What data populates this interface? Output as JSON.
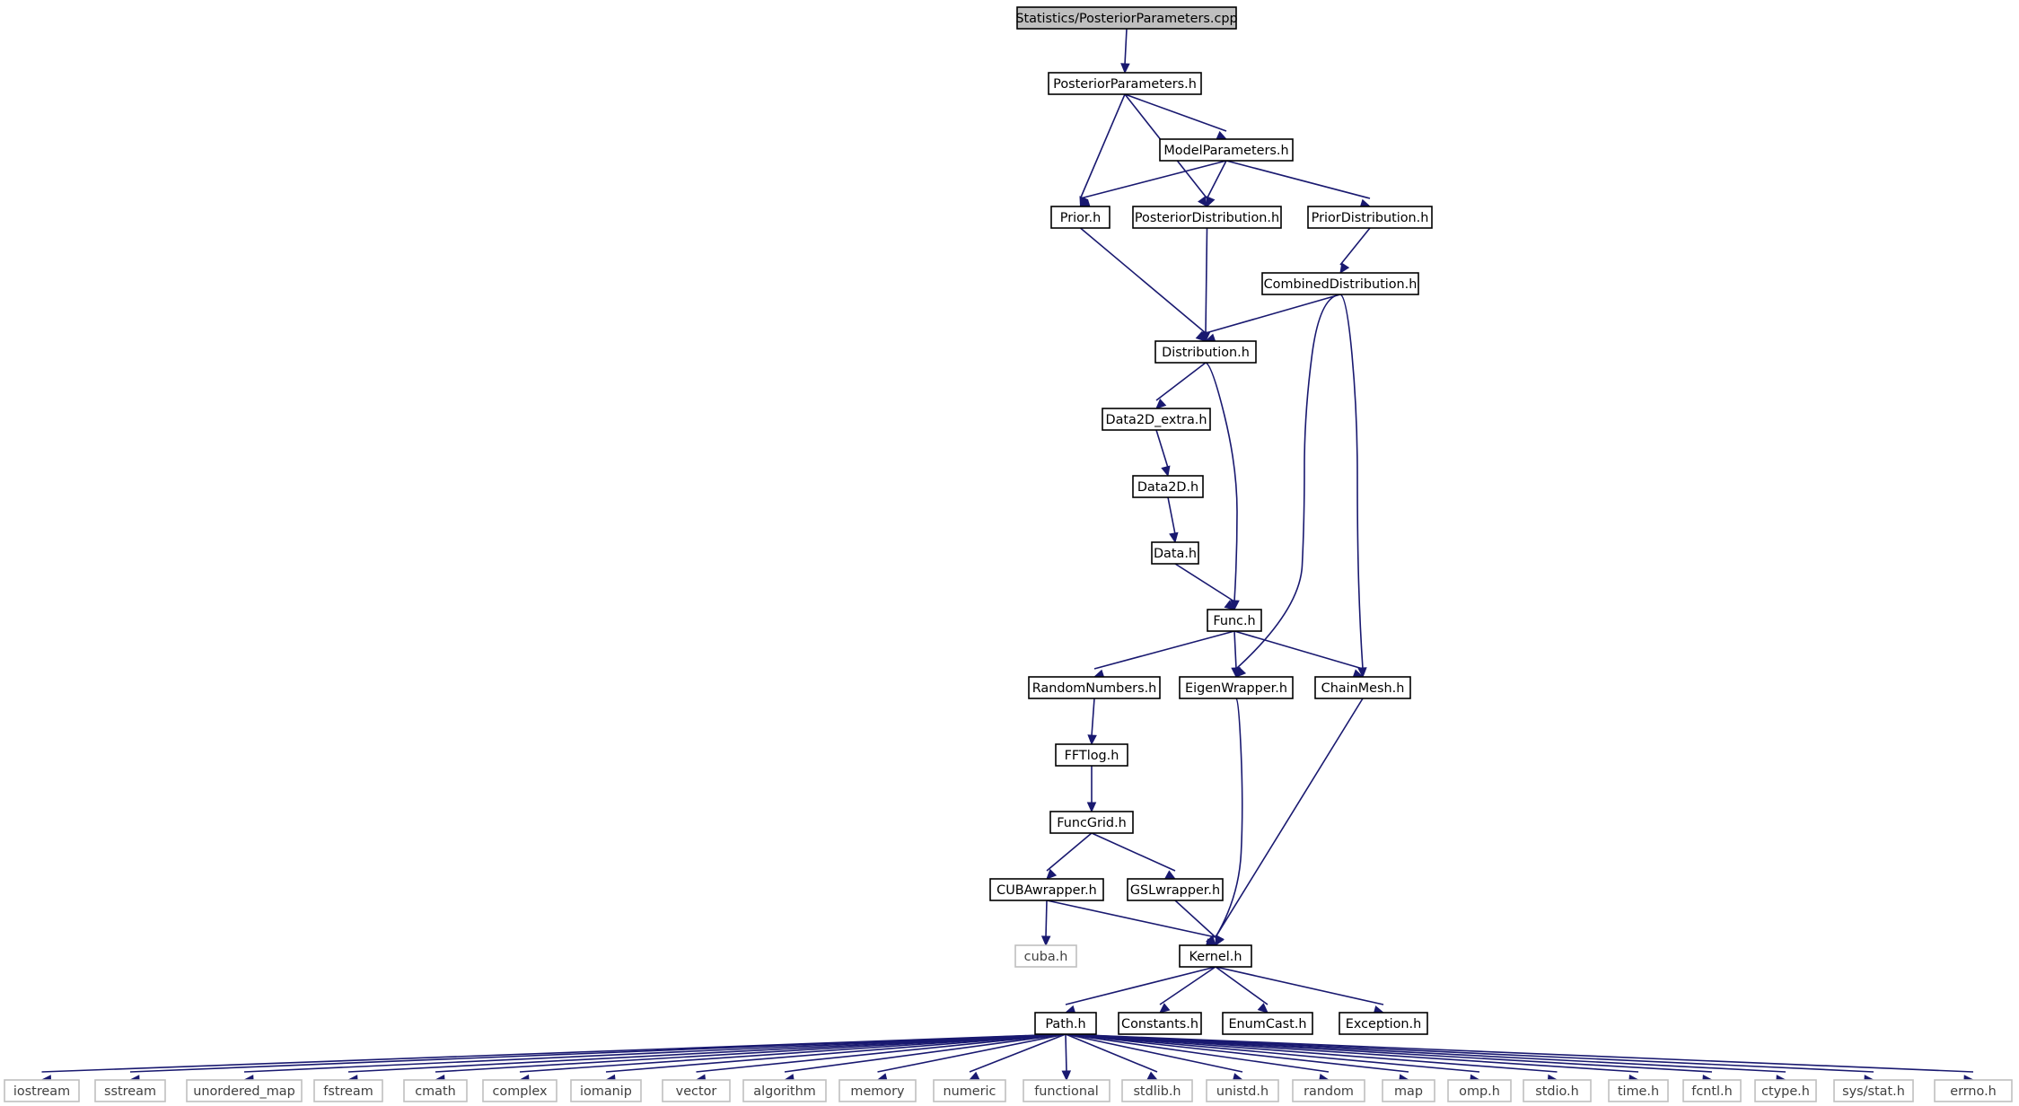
{
  "diagram": {
    "title": "Statistics/PosteriorParameters.cpp",
    "colors": {
      "edge": "#191970",
      "root_fill": "#bfbfbf",
      "node_border": "#000000",
      "external_border": "#bfbfbf",
      "external_text": "#404040"
    },
    "nodes": [
      {
        "id": "root",
        "label": "Statistics/PosteriorParameters.cpp",
        "kind": "root"
      },
      {
        "id": "posteriorparameters_h",
        "label": "PosteriorParameters.h",
        "kind": "local"
      },
      {
        "id": "modelparameters_h",
        "label": "ModelParameters.h",
        "kind": "local"
      },
      {
        "id": "prior_h",
        "label": "Prior.h",
        "kind": "local"
      },
      {
        "id": "posteriordistribution_h",
        "label": "PosteriorDistribution.h",
        "kind": "local"
      },
      {
        "id": "priordistribution_h",
        "label": "PriorDistribution.h",
        "kind": "local"
      },
      {
        "id": "combineddistribution_h",
        "label": "CombinedDistribution.h",
        "kind": "local"
      },
      {
        "id": "distribution_h",
        "label": "Distribution.h",
        "kind": "local"
      },
      {
        "id": "data2d_extra_h",
        "label": "Data2D_extra.h",
        "kind": "local"
      },
      {
        "id": "data2d_h",
        "label": "Data2D.h",
        "kind": "local"
      },
      {
        "id": "data_h",
        "label": "Data.h",
        "kind": "local"
      },
      {
        "id": "func_h",
        "label": "Func.h",
        "kind": "local"
      },
      {
        "id": "randomnumbers_h",
        "label": "RandomNumbers.h",
        "kind": "local"
      },
      {
        "id": "eigenwrapper_h",
        "label": "EigenWrapper.h",
        "kind": "local"
      },
      {
        "id": "chainmesh_h",
        "label": "ChainMesh.h",
        "kind": "local"
      },
      {
        "id": "fftlog_h",
        "label": "FFTlog.h",
        "kind": "local"
      },
      {
        "id": "funcgrid_h",
        "label": "FuncGrid.h",
        "kind": "local"
      },
      {
        "id": "cubawrapper_h",
        "label": "CUBAwrapper.h",
        "kind": "local"
      },
      {
        "id": "gslwrapper_h",
        "label": "GSLwrapper.h",
        "kind": "local"
      },
      {
        "id": "cuba_h",
        "label": "cuba.h",
        "kind": "external"
      },
      {
        "id": "kernel_h",
        "label": "Kernel.h",
        "kind": "local"
      },
      {
        "id": "path_h",
        "label": "Path.h",
        "kind": "local"
      },
      {
        "id": "constants_h",
        "label": "Constants.h",
        "kind": "local"
      },
      {
        "id": "enumcast_h",
        "label": "EnumCast.h",
        "kind": "local"
      },
      {
        "id": "exception_h",
        "label": "Exception.h",
        "kind": "local"
      },
      {
        "id": "iostream",
        "label": "iostream",
        "kind": "external"
      },
      {
        "id": "sstream",
        "label": "sstream",
        "kind": "external"
      },
      {
        "id": "unordered_map",
        "label": "unordered_map",
        "kind": "external"
      },
      {
        "id": "fstream",
        "label": "fstream",
        "kind": "external"
      },
      {
        "id": "cmath",
        "label": "cmath",
        "kind": "external"
      },
      {
        "id": "complex",
        "label": "complex",
        "kind": "external"
      },
      {
        "id": "iomanip",
        "label": "iomanip",
        "kind": "external"
      },
      {
        "id": "vector",
        "label": "vector",
        "kind": "external"
      },
      {
        "id": "algorithm",
        "label": "algorithm",
        "kind": "external"
      },
      {
        "id": "memory",
        "label": "memory",
        "kind": "external"
      },
      {
        "id": "numeric",
        "label": "numeric",
        "kind": "external"
      },
      {
        "id": "functional",
        "label": "functional",
        "kind": "external"
      },
      {
        "id": "stdlib_h",
        "label": "stdlib.h",
        "kind": "external"
      },
      {
        "id": "unistd_h",
        "label": "unistd.h",
        "kind": "external"
      },
      {
        "id": "random",
        "label": "random",
        "kind": "external"
      },
      {
        "id": "map",
        "label": "map",
        "kind": "external"
      },
      {
        "id": "omp_h",
        "label": "omp.h",
        "kind": "external"
      },
      {
        "id": "stdio_h",
        "label": "stdio.h",
        "kind": "external"
      },
      {
        "id": "time_h",
        "label": "time.h",
        "kind": "external"
      },
      {
        "id": "fcntl_h",
        "label": "fcntl.h",
        "kind": "external"
      },
      {
        "id": "ctype_h",
        "label": "ctype.h",
        "kind": "external"
      },
      {
        "id": "sys_stat_h",
        "label": "sys/stat.h",
        "kind": "external"
      },
      {
        "id": "errno_h",
        "label": "errno.h",
        "kind": "external"
      }
    ],
    "edges": [
      [
        "root",
        "posteriorparameters_h"
      ],
      [
        "posteriorparameters_h",
        "modelparameters_h"
      ],
      [
        "posteriorparameters_h",
        "prior_h"
      ],
      [
        "posteriorparameters_h",
        "posteriordistribution_h"
      ],
      [
        "modelparameters_h",
        "prior_h"
      ],
      [
        "modelparameters_h",
        "posteriordistribution_h"
      ],
      [
        "modelparameters_h",
        "priordistribution_h"
      ],
      [
        "prior_h",
        "distribution_h"
      ],
      [
        "posteriordistribution_h",
        "distribution_h"
      ],
      [
        "priordistribution_h",
        "combineddistribution_h"
      ],
      [
        "combineddistribution_h",
        "distribution_h"
      ],
      [
        "combineddistribution_h",
        "eigenwrapper_h"
      ],
      [
        "combineddistribution_h",
        "chainmesh_h"
      ],
      [
        "distribution_h",
        "data2d_extra_h"
      ],
      [
        "distribution_h",
        "func_h"
      ],
      [
        "data2d_extra_h",
        "data2d_h"
      ],
      [
        "data2d_h",
        "data_h"
      ],
      [
        "data_h",
        "func_h"
      ],
      [
        "func_h",
        "randomnumbers_h"
      ],
      [
        "func_h",
        "eigenwrapper_h"
      ],
      [
        "func_h",
        "chainmesh_h"
      ],
      [
        "randomnumbers_h",
        "fftlog_h"
      ],
      [
        "fftlog_h",
        "funcgrid_h"
      ],
      [
        "funcgrid_h",
        "cubawrapper_h"
      ],
      [
        "funcgrid_h",
        "gslwrapper_h"
      ],
      [
        "cubawrapper_h",
        "cuba_h"
      ],
      [
        "cubawrapper_h",
        "kernel_h"
      ],
      [
        "gslwrapper_h",
        "kernel_h"
      ],
      [
        "eigenwrapper_h",
        "kernel_h"
      ],
      [
        "chainmesh_h",
        "kernel_h"
      ],
      [
        "kernel_h",
        "path_h"
      ],
      [
        "kernel_h",
        "constants_h"
      ],
      [
        "kernel_h",
        "enumcast_h"
      ],
      [
        "kernel_h",
        "exception_h"
      ],
      [
        "path_h",
        "iostream"
      ],
      [
        "path_h",
        "sstream"
      ],
      [
        "path_h",
        "unordered_map"
      ],
      [
        "path_h",
        "fstream"
      ],
      [
        "path_h",
        "cmath"
      ],
      [
        "path_h",
        "complex"
      ],
      [
        "path_h",
        "iomanip"
      ],
      [
        "path_h",
        "vector"
      ],
      [
        "path_h",
        "algorithm"
      ],
      [
        "path_h",
        "memory"
      ],
      [
        "path_h",
        "numeric"
      ],
      [
        "path_h",
        "functional"
      ],
      [
        "path_h",
        "stdlib_h"
      ],
      [
        "path_h",
        "unistd_h"
      ],
      [
        "path_h",
        "random"
      ],
      [
        "path_h",
        "map"
      ],
      [
        "path_h",
        "omp_h"
      ],
      [
        "path_h",
        "stdio_h"
      ],
      [
        "path_h",
        "time_h"
      ],
      [
        "path_h",
        "fcntl_h"
      ],
      [
        "path_h",
        "ctype_h"
      ],
      [
        "path_h",
        "sys_stat_h"
      ],
      [
        "path_h",
        "errno_h"
      ]
    ]
  }
}
